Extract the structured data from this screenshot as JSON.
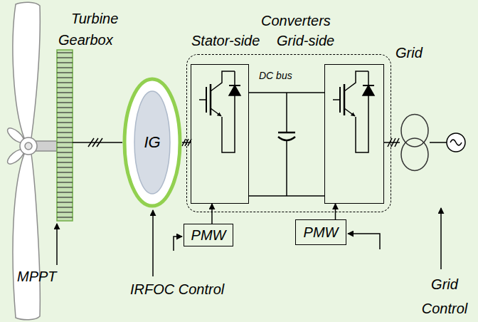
{
  "diagram": {
    "nodes": [
      {
        "text": [
          "IG"
        ]
      },
      {
        "text": [
          "Converters"
        ]
      },
      {
        "text": [
          "Stator-side"
        ],
        "in": 1
      },
      {
        "text": [
          "Grid-side"
        ],
        "in": 1
      },
      {
        "text": [
          "Grid"
        ]
      },
      {
        "text": [
          "PMW"
        ]
      },
      {
        "text": [
          "PMW"
        ]
      }
    ],
    "edges": [
      {
        "from": 0,
        "to": 2,
        "arrow": "none"
      },
      {
        "from": 2,
        "to": 3,
        "arrow": "none"
      },
      {
        "from": 3,
        "to": 4,
        "arrow": "none"
      },
      {
        "from": 5,
        "to": 2,
        "arrow": "to"
      },
      {
        "from": 6,
        "to": 3,
        "arrow": "to"
      }
    ],
    "labels": [
      "Turbine",
      "Gearbox",
      "DC bus",
      "MPPT",
      "IRFOC Control",
      "Grid Control"
    ]
  }
}
